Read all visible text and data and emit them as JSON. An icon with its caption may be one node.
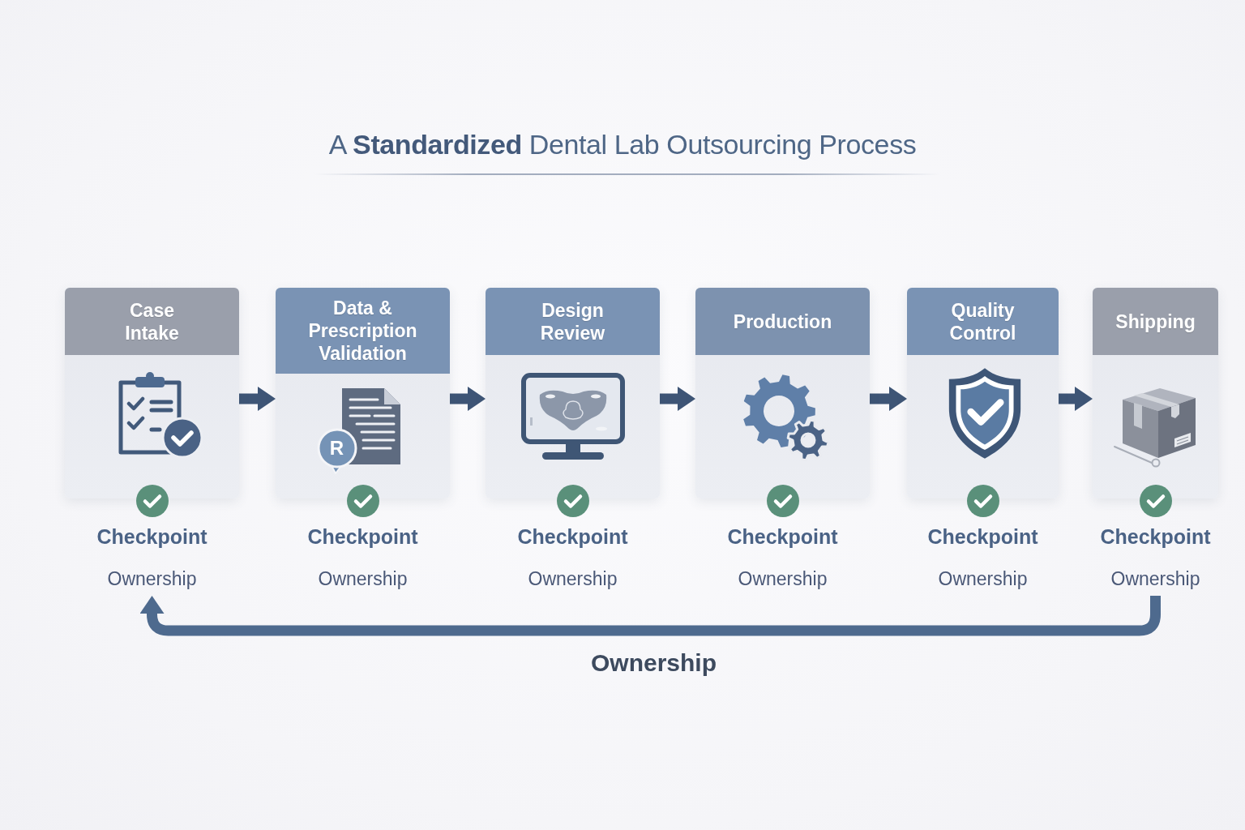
{
  "diagram": {
    "title": "A **Standardized** Dental Lab Outsourcing Process",
    "nodes": [
      {
        "text": [
          "Case Intake"
        ],
        "beside": [
          "Checkpoint",
          "Ownership"
        ]
      },
      {
        "text": [
          "Data & Prescription Validation",
          "R"
        ],
        "beside": [
          "Checkpoint",
          "Ownership"
        ]
      },
      {
        "text": [
          "Design Review"
        ],
        "beside": [
          "Checkpoint",
          "Ownership"
        ]
      },
      {
        "text": [
          "Production"
        ],
        "beside": [
          "Checkpoint",
          "Ownership"
        ]
      },
      {
        "text": [
          "Quality Control"
        ],
        "beside": [
          "Checkpoint",
          "Ownership"
        ]
      },
      {
        "text": [
          "Shipping"
        ],
        "beside": [
          "Checkpoint",
          "Ownership"
        ]
      }
    ],
    "edges": [
      {
        "from": 0,
        "to": 1,
        "arrow": "to"
      },
      {
        "from": 1,
        "to": 2,
        "arrow": "to"
      },
      {
        "from": 2,
        "to": 3,
        "arrow": "to"
      },
      {
        "from": 3,
        "to": 4,
        "arrow": "to"
      },
      {
        "from": 4,
        "to": 5,
        "arrow": "to"
      },
      {
        "from": 5,
        "to": 0,
        "arrow": "to",
        "label": "Ownership",
        "color": "#4e6a8e"
      }
    ]
  }
}
